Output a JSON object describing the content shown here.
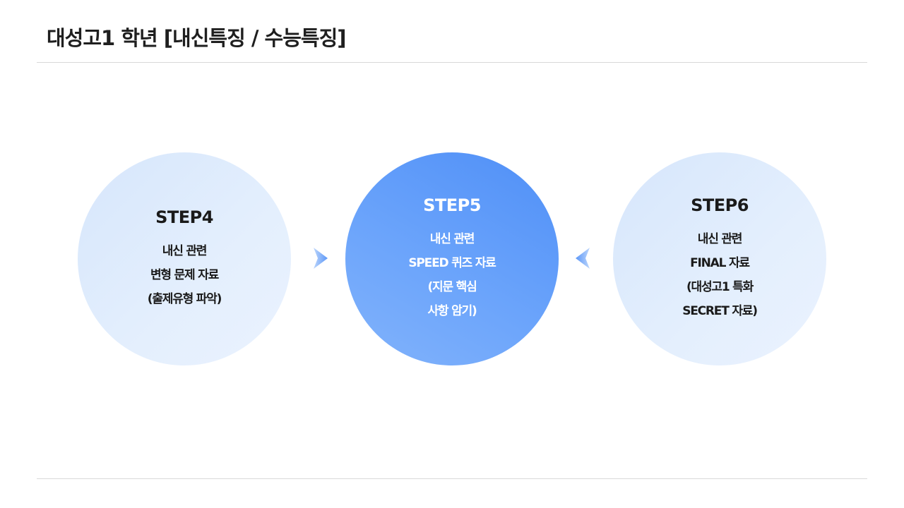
{
  "header": {
    "title": "대성고1 학년 [내신특징 / 수능특징]"
  },
  "steps": [
    {
      "title": "STEP4",
      "lines": [
        "내신 관련",
        "변형 문제 자료",
        "(출제유형 파악)"
      ]
    },
    {
      "title": "STEP5",
      "lines": [
        "내신 관련",
        "SPEED 퀴즈 자료",
        "(지문 핵심",
        "사항 암기)"
      ]
    },
    {
      "title": "STEP6",
      "lines": [
        "내신 관련",
        "FINAL 자료",
        "(대성고1 특화",
        "SECRET 자료)"
      ]
    }
  ],
  "icons": {
    "arrow_left": "chevron-right-icon",
    "arrow_right": "chevron-left-icon"
  },
  "colors": {
    "accent": "#5b97f8",
    "light_circle": "#dde9fc",
    "title_text": "#1f1f1f",
    "divider": "#d9d9d9"
  }
}
